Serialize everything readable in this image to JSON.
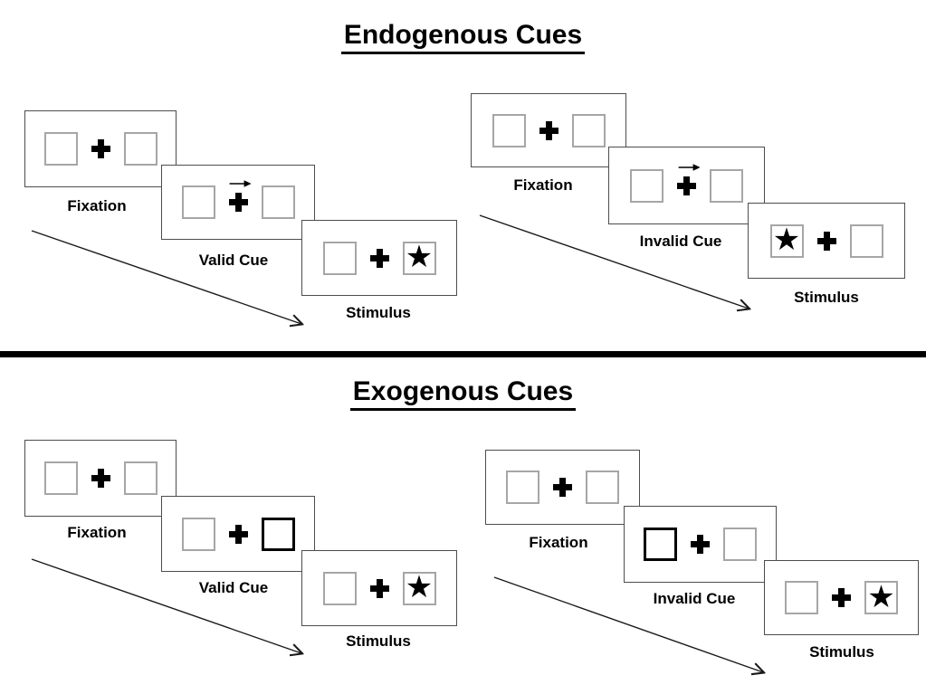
{
  "colors": {
    "background": "#ffffff",
    "panel_border": "#4d4d4d",
    "box_border": "#a6a6a6",
    "ink": "#000000",
    "divider": "#000000"
  },
  "symbols": {
    "star": "★",
    "fixation_cross": "+",
    "cue_arrow_direction": "right"
  },
  "sections": [
    {
      "title": "Endogenous Cues",
      "groups": [
        {
          "name": "valid",
          "panels": [
            {
              "label": "Fixation",
              "left_box": "empty",
              "right_box": "empty",
              "cue_arrow": false
            },
            {
              "label": "Valid Cue",
              "left_box": "empty",
              "right_box": "empty",
              "cue_arrow": true
            },
            {
              "label": "Stimulus",
              "left_box": "empty",
              "right_box": "star",
              "cue_arrow": false
            }
          ]
        },
        {
          "name": "invalid",
          "panels": [
            {
              "label": "Fixation",
              "left_box": "empty",
              "right_box": "empty",
              "cue_arrow": false
            },
            {
              "label": "Invalid Cue",
              "left_box": "empty",
              "right_box": "empty",
              "cue_arrow": true
            },
            {
              "label": "Stimulus",
              "left_box": "star",
              "right_box": "empty",
              "cue_arrow": false
            }
          ]
        }
      ]
    },
    {
      "title": "Exogenous Cues",
      "groups": [
        {
          "name": "valid",
          "panels": [
            {
              "label": "Fixation",
              "left_box": "empty",
              "right_box": "empty",
              "cue_arrow": false
            },
            {
              "label": "Valid Cue",
              "left_box": "empty",
              "right_box": "thick",
              "cue_arrow": false
            },
            {
              "label": "Stimulus",
              "left_box": "empty",
              "right_box": "star",
              "cue_arrow": false
            }
          ]
        },
        {
          "name": "invalid",
          "panels": [
            {
              "label": "Fixation",
              "left_box": "empty",
              "right_box": "empty",
              "cue_arrow": false
            },
            {
              "label": "Invalid Cue",
              "left_box": "thick",
              "right_box": "empty",
              "cue_arrow": false
            },
            {
              "label": "Stimulus",
              "left_box": "empty",
              "right_box": "star",
              "cue_arrow": false
            }
          ]
        }
      ]
    }
  ]
}
